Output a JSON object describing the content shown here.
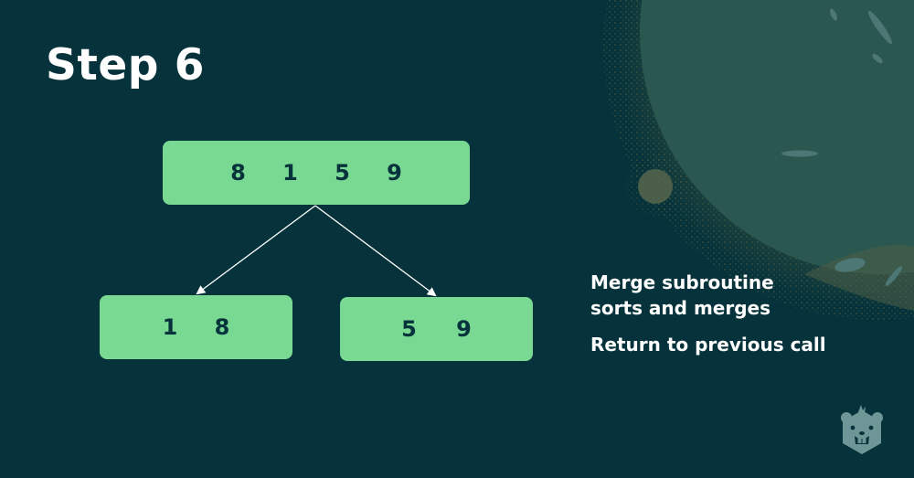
{
  "slide": {
    "title": "Step 6"
  },
  "tree": {
    "root": {
      "values": [
        "8",
        "1",
        "5",
        "9"
      ]
    },
    "left_child": {
      "values": [
        "1",
        "8"
      ]
    },
    "right_child": {
      "values": [
        "5",
        "9"
      ]
    }
  },
  "notes": [
    "Merge subroutine sorts and merges",
    "Return to previous call"
  ],
  "colors": {
    "background": "#06333b",
    "node_fill": "#79d993",
    "node_text": "#06333b",
    "text": "#ffffff",
    "planet": "#2a574f",
    "moon": "#4b5e4a",
    "logo": "#6f9696"
  },
  "icons": {
    "logo": "beaver-logo-icon"
  }
}
